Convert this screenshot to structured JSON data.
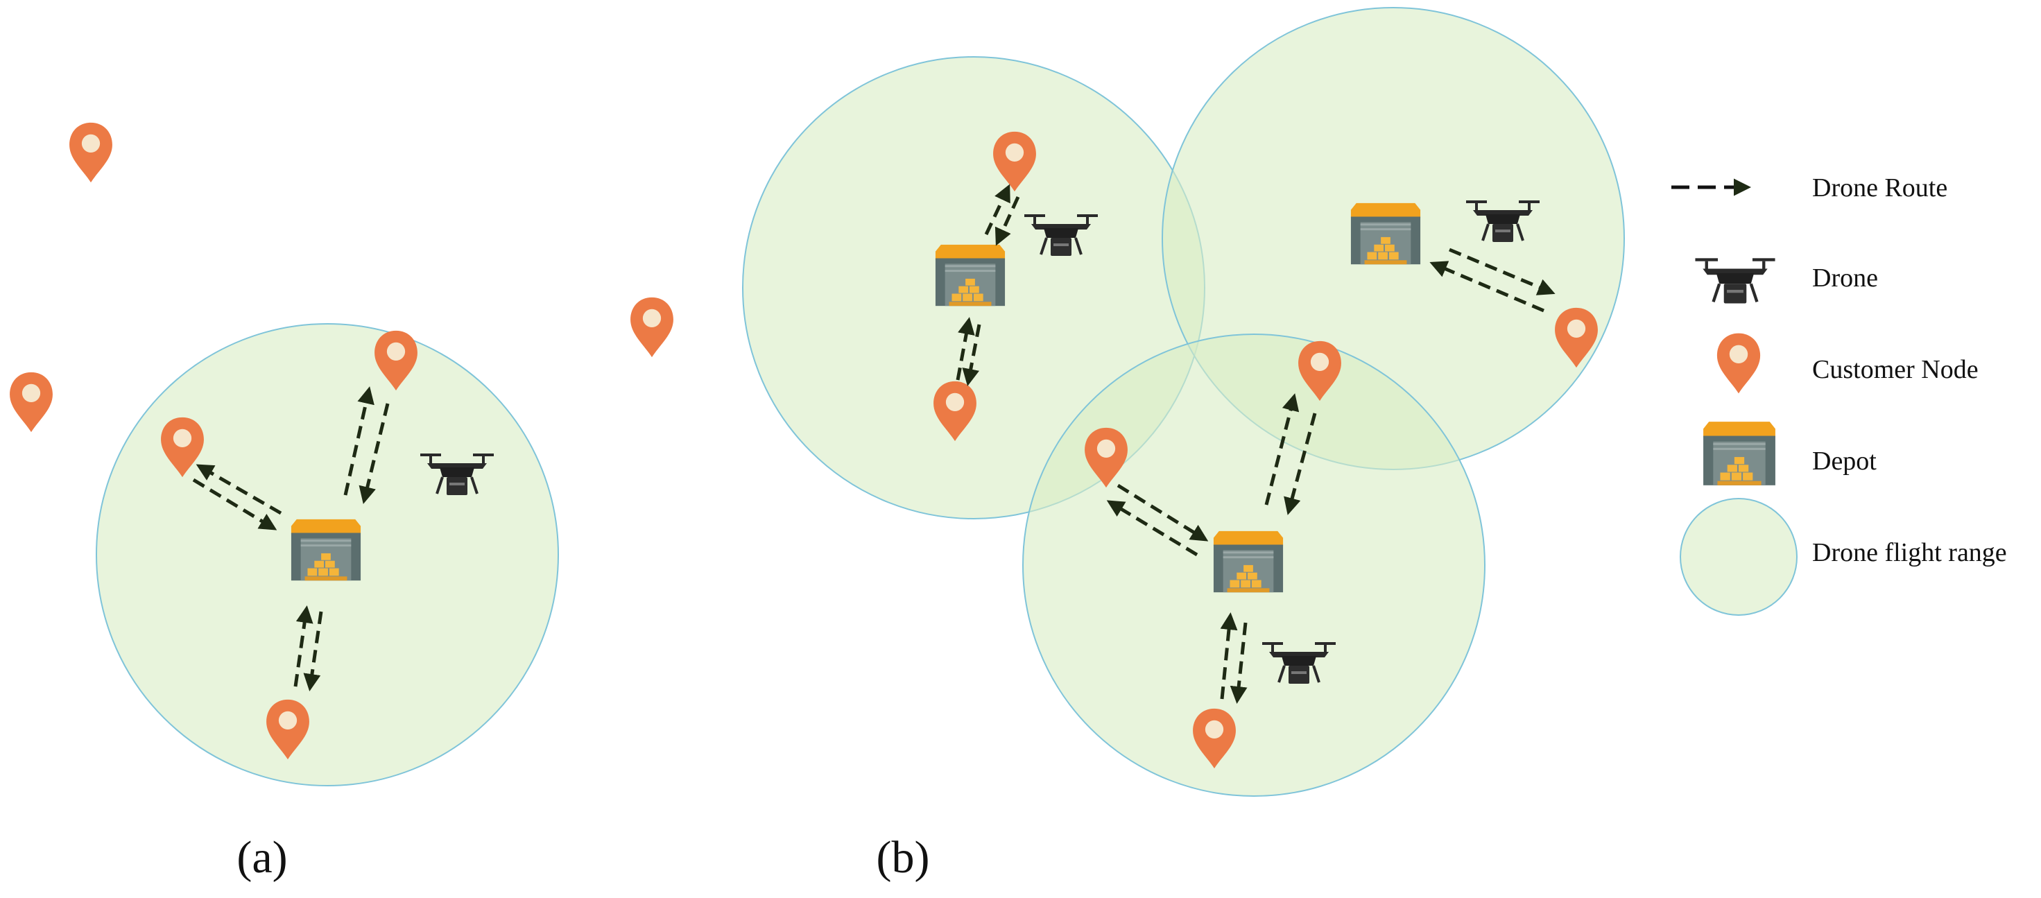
{
  "panels": [
    {
      "id": "a",
      "label": "(a)"
    },
    {
      "id": "b",
      "label": "(b)"
    }
  ],
  "legend": {
    "route_label": "Drone Route",
    "drone_label": "Drone",
    "customer_label": "Customer Node",
    "depot_label": "Depot",
    "range_label": "Drone flight range"
  },
  "icons": {
    "customer": "map-pin-icon",
    "depot": "warehouse-icon",
    "drone": "quadcopter-drone-icon",
    "route": "dashed-double-arrow"
  },
  "colors": {
    "range_fill": "#d8ecc4",
    "range_stroke": "#7fc4d9",
    "pin": "#ec7a45",
    "pin_center": "#f6e6cc",
    "depot_roof": "#f2a21e",
    "depot_wall": "#5b6e6e",
    "depot_boxes": "#f5b53a",
    "route": "#1e2a14"
  }
}
